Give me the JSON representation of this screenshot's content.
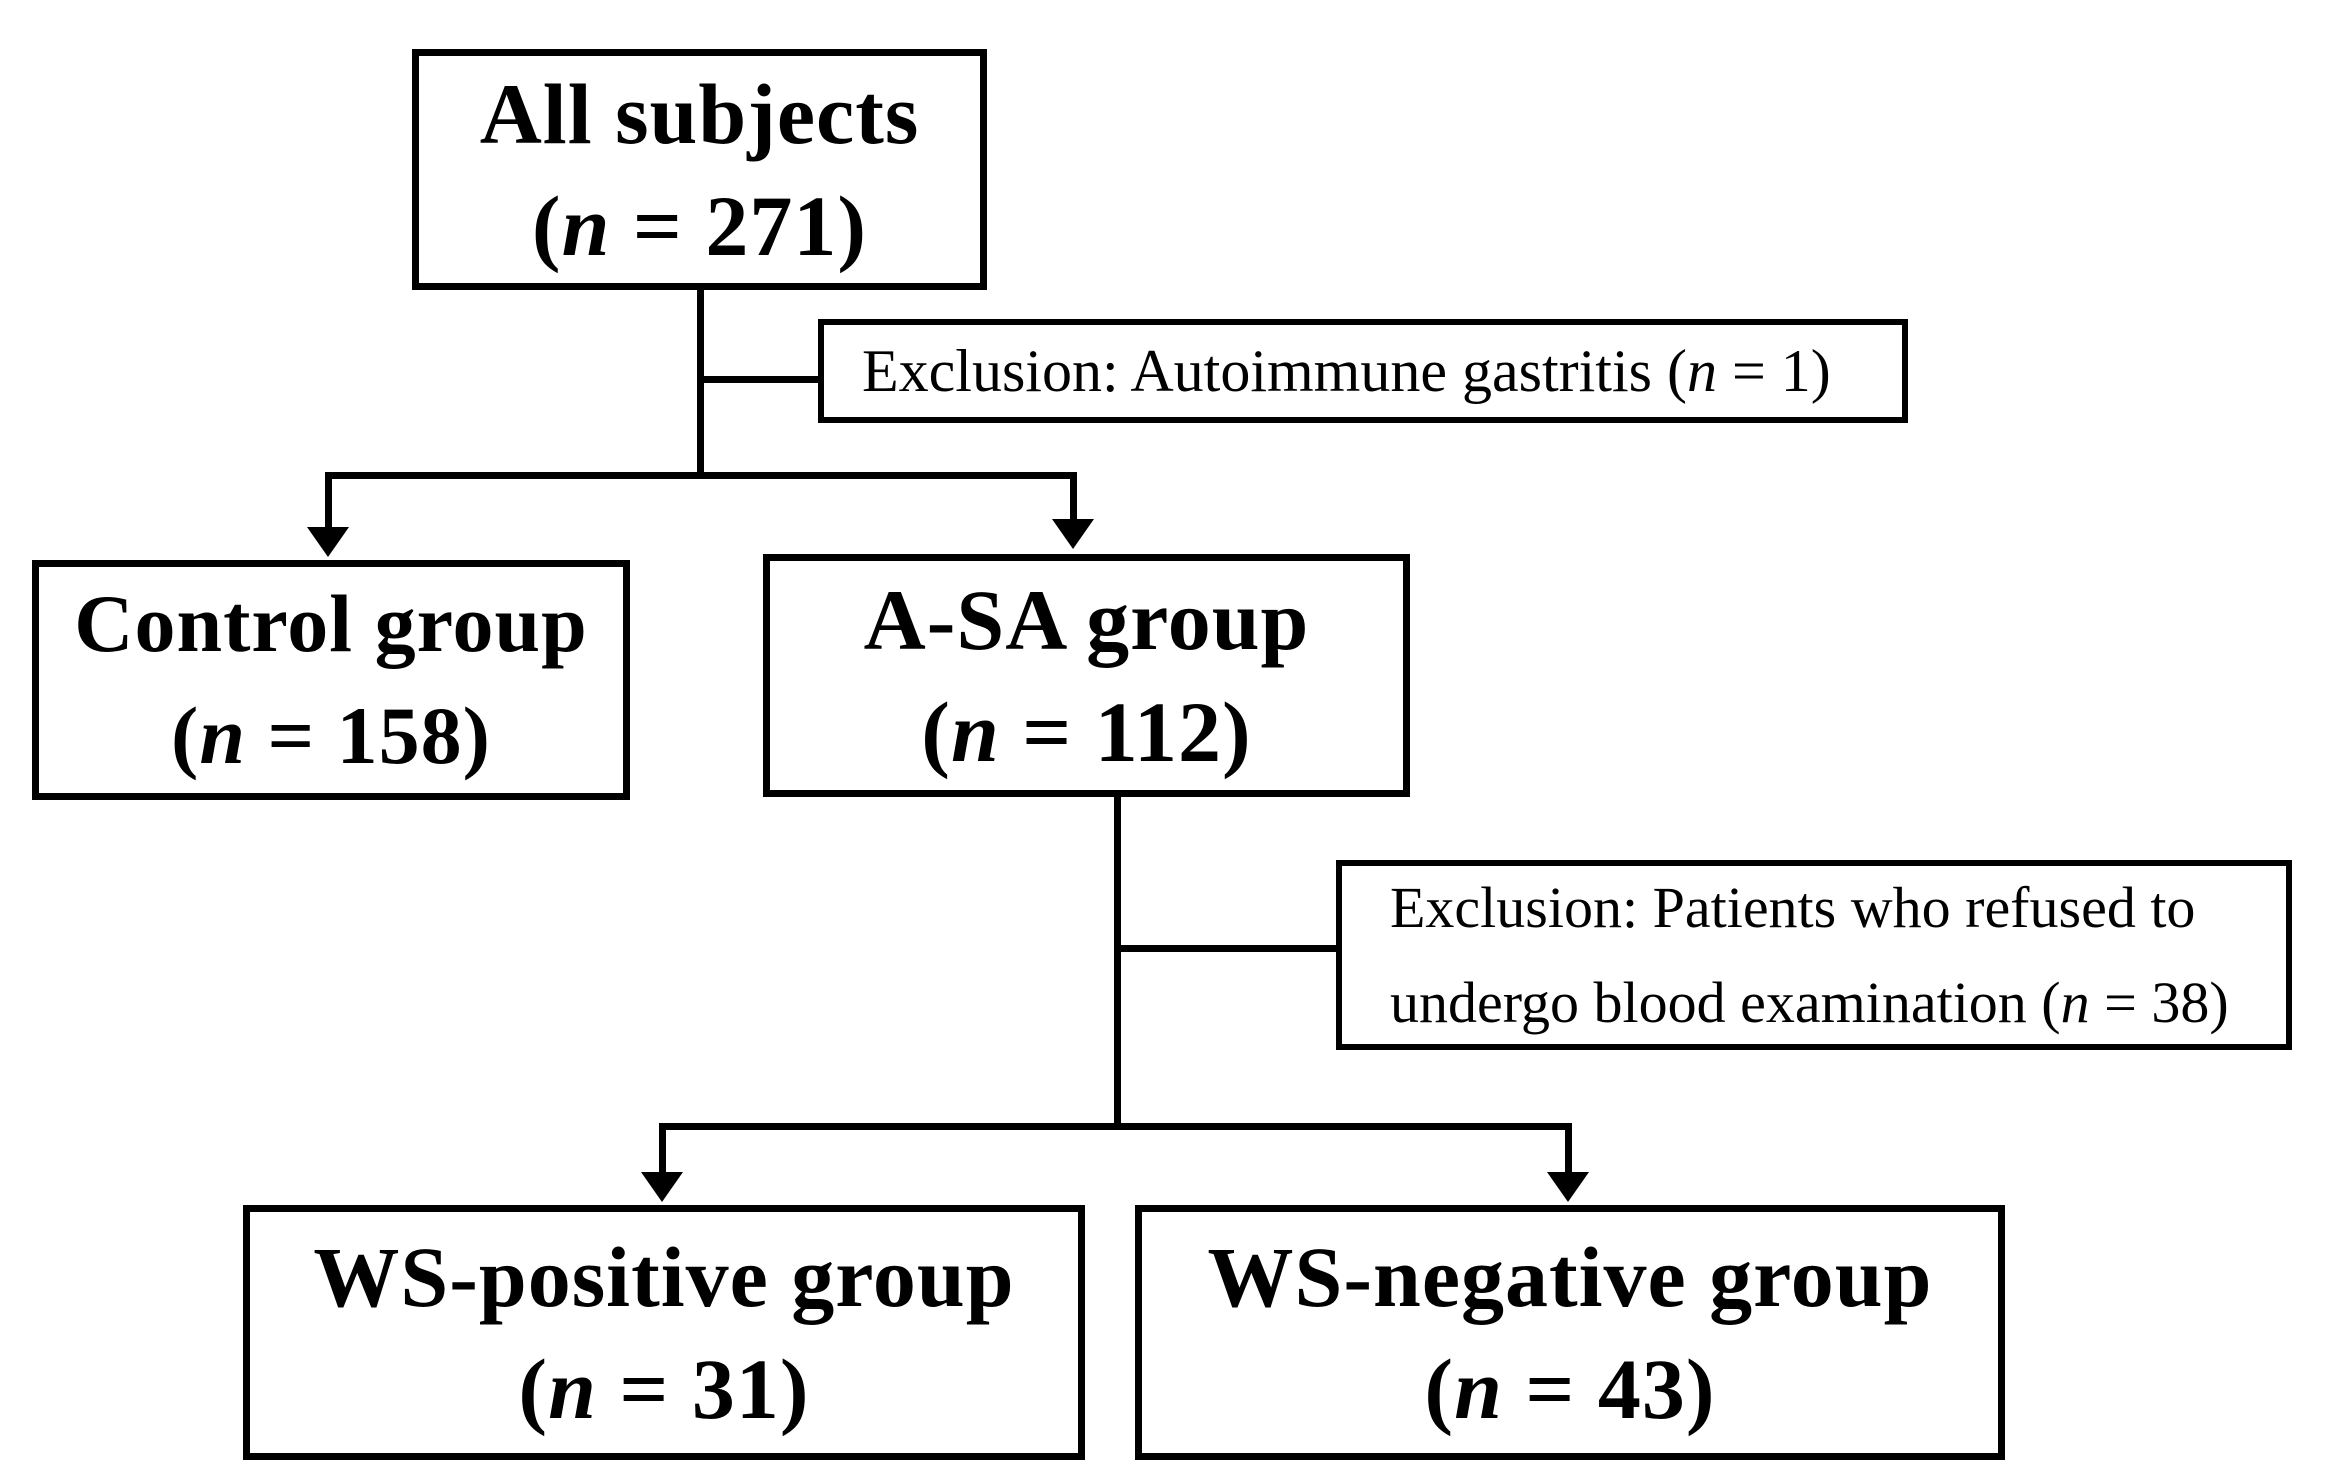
{
  "flowchart": {
    "background_color": "#ffffff",
    "line_color": "#000000",
    "text_color": "#000000",
    "nodes": {
      "all_subjects": {
        "label": "All subjects",
        "count_open": "(",
        "count_var": "n",
        "count_tail": " = 271)"
      },
      "exclusion_1": {
        "text_lead": "Exclusion: Autoimmune gastritis (",
        "count_var": "n",
        "count_tail": " = 1)"
      },
      "control_group": {
        "label": "Control group",
        "count_open": "(",
        "count_var": "n",
        "count_tail": " = 158)"
      },
      "asa_group": {
        "label": "A-SA group",
        "count_open": "(",
        "count_var": "n",
        "count_tail": " = 112)"
      },
      "exclusion_2": {
        "line1": "Exclusion: Patients who refused to",
        "line2_lead": "undergo blood examination (",
        "count_var": "n",
        "count_tail": " = 38)"
      },
      "ws_positive_group": {
        "label": "WS-positive group",
        "count_open": "(",
        "count_var": "n",
        "count_tail": " = 31)"
      },
      "ws_negative_group": {
        "label": "WS-negative group",
        "count_open": "(",
        "count_var": "n",
        "count_tail": " = 43)"
      }
    },
    "edges": [
      {
        "from": "all_subjects",
        "to": "exclusion_1",
        "type": "side-branch"
      },
      {
        "from": "all_subjects",
        "to": "control_group",
        "type": "arrow"
      },
      {
        "from": "all_subjects",
        "to": "asa_group",
        "type": "arrow"
      },
      {
        "from": "asa_group",
        "to": "exclusion_2",
        "type": "side-branch"
      },
      {
        "from": "asa_group",
        "to": "ws_positive_group",
        "type": "arrow"
      },
      {
        "from": "asa_group",
        "to": "ws_negative_group",
        "type": "arrow"
      }
    ]
  }
}
